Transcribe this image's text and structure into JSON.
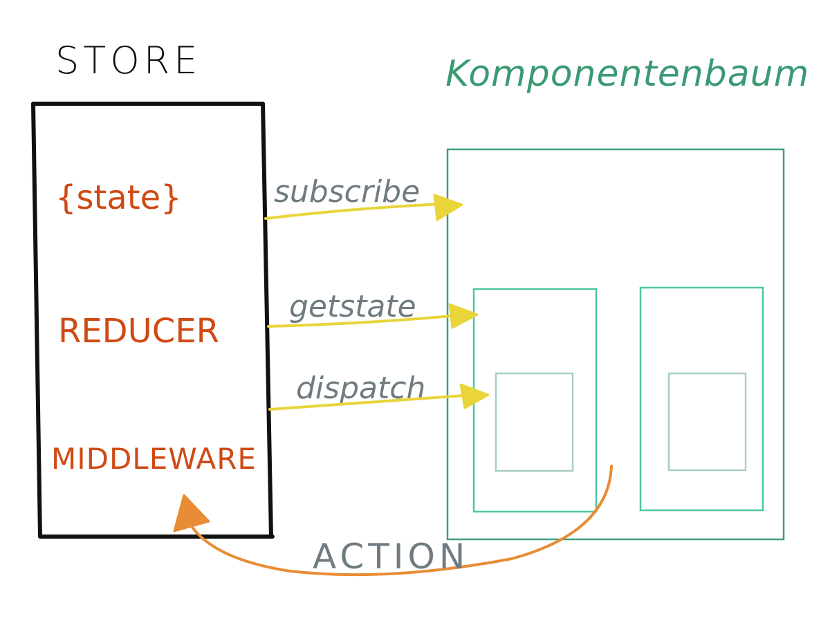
{
  "store": {
    "title": "STORE",
    "items": [
      "{state}",
      "REDUCER",
      "MIDDLEWARE"
    ]
  },
  "tree": {
    "title": "Komponentenbaum"
  },
  "arrows": {
    "subscribe": "subscribe",
    "getstate": "getstate",
    "dispatch": "dispatch",
    "action": "ACTION"
  },
  "colors": {
    "store_border": "#111111",
    "store_text": "#cf4a14",
    "tree_title": "#3a9a74",
    "tree_outer": "#3f9e7c",
    "tree_inner": "#4cc79d",
    "tree_innermost": "#a9cfc0",
    "arrow_yellow": "#e9d43a",
    "arrow_orange": "#e88c35",
    "label_gray": "#6f7b80"
  }
}
